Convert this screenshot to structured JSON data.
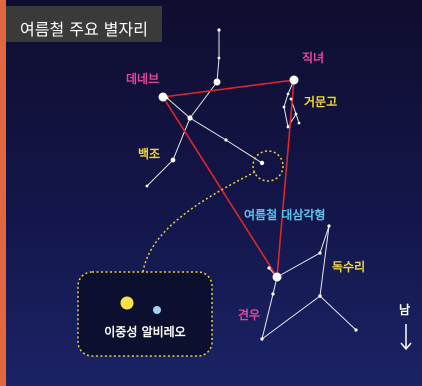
{
  "title": "여름철 주요 별자리",
  "labels": {
    "vega": "직녀",
    "deneb": "데네브",
    "lyra": "거문고",
    "cygnus": "백조",
    "triangle": "여름철 대삼각형",
    "aquila": "독수리",
    "altair": "견우",
    "south": "남",
    "binary": "이중성 알비레오"
  },
  "colors": {
    "star_name": "#e7459b",
    "constellation_name": "#f6d636",
    "triangle": "#5ec3ee",
    "triangle_line": "#e0252c",
    "dotted_callout": "#e8d33f",
    "binary_star_a": "#f7e24a",
    "binary_star_b": "#9fd4f6"
  }
}
